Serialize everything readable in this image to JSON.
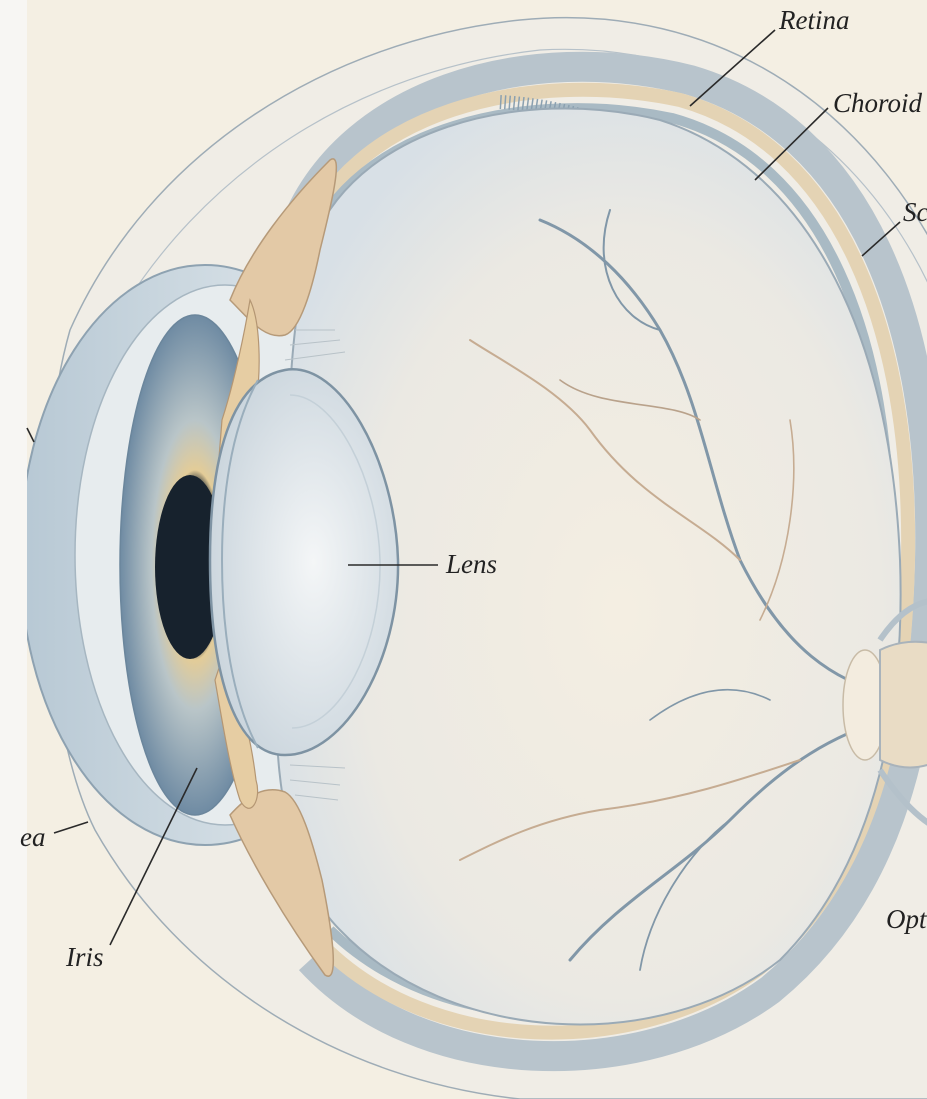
{
  "colors": {
    "background": "#f4efe3",
    "left_panel": "#f7f6f3",
    "sclera": "#b8c4cc",
    "choroid": "#e4d3b4",
    "retina": "#a9bac4",
    "vitreous": "#eeeae2",
    "iris_outer": "#7c97ad",
    "iris_inner": "#dcc79c",
    "pupil": "#17222d",
    "lens": "#e2e8ec",
    "vessel": "#8197a8",
    "leader": "#2a2a2a"
  },
  "labels": {
    "retina": "Retina",
    "choroid": "Choroid",
    "sclera": "Sc",
    "lens": "Lens",
    "cornea": "ea",
    "iris": "Iris",
    "optic_nerve": "Opt"
  }
}
